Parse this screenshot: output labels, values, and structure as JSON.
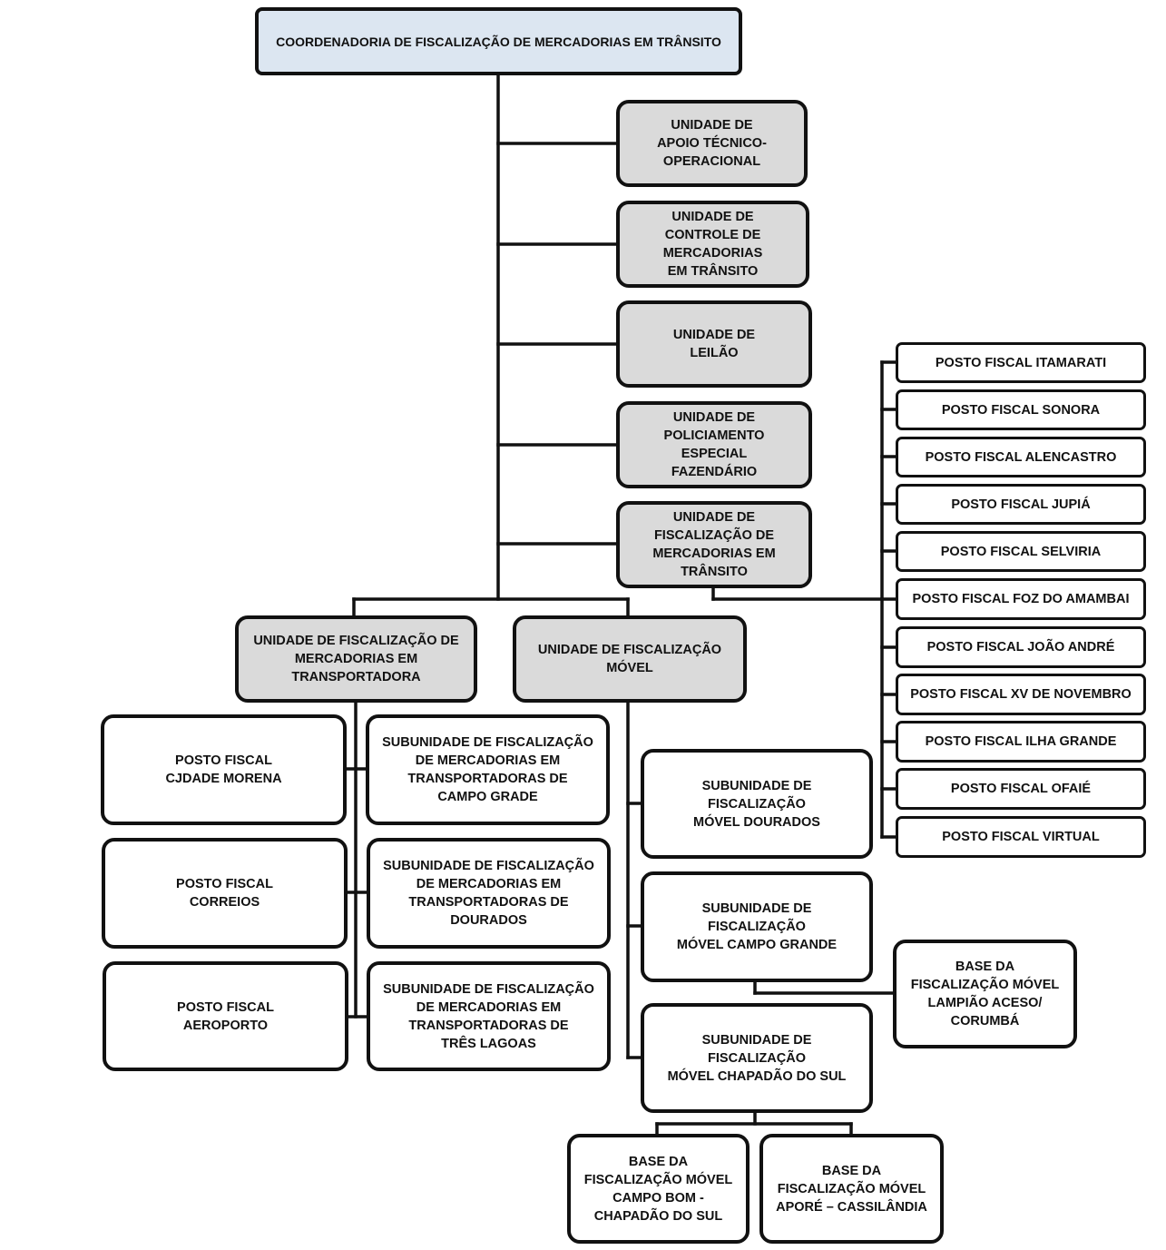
{
  "colors": {
    "top_fill": "#dce6f1",
    "unit_fill": "#dadada",
    "box_fill": "#ffffff",
    "stroke": "#111111"
  },
  "root": "COORDENADORIA DE FISCALIZAÇÃO DE MERCADORIAS EM TRÂNSITO",
  "units": {
    "apoio": "UNIDADE DE\nAPOIO TÉCNICO-\nOPERACIONAL",
    "controle": "UNIDADE DE\nCONTROLE DE\nMERCADORIAS\nEM TRÂNSITO",
    "leilao": "UNIDADE DE\nLEILÃO",
    "policiamento": "UNIDADE DE\nPOLICIAMENTO\nESPECIAL\nFAZENDÁRIO",
    "fiscalizacao_transito": "UNIDADE DE\nFISCALIZAÇÃO DE\nMERCADORIAS EM\nTRÂNSITO",
    "transportadora": "UNIDADE DE FISCALIZAÇÃO DE\nMERCADORIAS EM\nTRANSPORTADORA",
    "movel": "UNIDADE DE FISCALIZAÇÃO\nMÓVEL"
  },
  "postos_transito": [
    "POSTO FISCAL ITAMARATI",
    "POSTO FISCAL SONORA",
    "POSTO FISCAL ALENCASTRO",
    "POSTO FISCAL JUPIÁ",
    "POSTO FISCAL SELVIRIA",
    "POSTO FISCAL FOZ DO AMAMBAI",
    "POSTO FISCAL JOÃO ANDRÉ",
    "POSTO FISCAL XV DE NOVEMBRO",
    "POSTO FISCAL ILHA GRANDE",
    "POSTO FISCAL OFAIÉ",
    "POSTO FISCAL VIRTUAL"
  ],
  "transportadora_children": {
    "postos": [
      "POSTO FISCAL\nCJDADE MORENA",
      "POSTO FISCAL\nCORREIOS",
      "POSTO FISCAL\nAEROPORTO"
    ],
    "subunidades": [
      "SUBUNIDADE DE FISCALIZAÇÃO\nDE MERCADORIAS EM\nTRANSPORTADORAS DE\nCAMPO GRADE",
      "SUBUNIDADE DE FISCALIZAÇÃO\nDE MERCADORIAS EM\nTRANSPORTADORAS DE\nDOURADOS",
      "SUBUNIDADE DE FISCALIZAÇÃO\nDE MERCADORIAS EM\nTRANSPORTADORAS DE\nTRÊS LAGOAS"
    ]
  },
  "movel_children": {
    "dourados": "SUBUNIDADE DE\nFISCALIZAÇÃO\nMÓVEL DOURADOS",
    "campo_grande": "SUBUNIDADE DE\nFISCALIZAÇÃO\nMÓVEL CAMPO GRANDE",
    "chapadao": "SUBUNIDADE DE\nFISCALIZAÇÃO\nMÓVEL CHAPADÃO DO SUL",
    "base_lampiao": "BASE DA\nFISCALIZAÇÃO MÓVEL\nLAMPIÃO ACESO/\nCORUMBÁ",
    "base_campo_bom": "BASE DA\nFISCALIZAÇÃO MÓVEL\nCAMPO BOM -\nCHAPADÃO DO SUL",
    "base_apore": "BASE DA\nFISCALIZAÇÃO MÓVEL\nAPORÉ – CASSILÂNDIA"
  }
}
